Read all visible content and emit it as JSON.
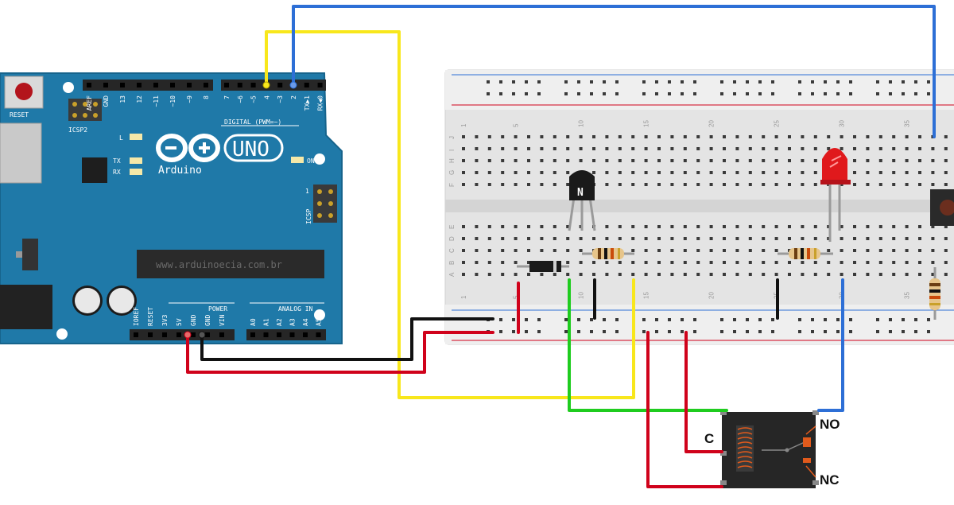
{
  "arduino": {
    "brand": "Arduino",
    "model": "UNO",
    "reset_label": "RESET",
    "website": "www.arduinoecia.com.br",
    "icsp2_label": "ICSP2",
    "icsp_label": "ICSP",
    "on_label": "ON",
    "l_label": "L",
    "tx_label": "TX",
    "rx_label": "RX",
    "digital_label": "DIGITAL (PWM=~)",
    "power_label": "POWER",
    "analog_label": "ANALOG IN",
    "digital_pins_left": [
      "AREF",
      "GND",
      "13",
      "12",
      "~11",
      "~10",
      "~9",
      "8"
    ],
    "digital_pins_right": [
      "7",
      "~6",
      "~5",
      "4",
      "~3",
      "2",
      "TX▶1",
      "RX◀0"
    ],
    "power_pins": [
      "IOREF",
      "RESET",
      "3V3",
      "5V",
      "GND",
      "GND",
      "VIN"
    ],
    "analog_pins": [
      "A0",
      "A1",
      "A2",
      "A3",
      "A4",
      "A5"
    ],
    "icsp_pin1": "1"
  },
  "breadboard": {
    "column_numbers": [
      "1",
      "5",
      "10",
      "15",
      "20",
      "25",
      "30",
      "35"
    ],
    "row_letters_top": [
      "J",
      "I",
      "H",
      "G",
      "F"
    ],
    "row_letters_bottom": [
      "E",
      "D",
      "C",
      "B",
      "A"
    ]
  },
  "components": {
    "transistor_mark": "N"
  },
  "relay": {
    "common_label": "C",
    "no_label": "NO",
    "nc_label": "NC"
  },
  "colors": {
    "arduino_board": "#1f79a8",
    "wire_red": "#d0021b",
    "wire_black": "#111111",
    "wire_yellow": "#f8e71c",
    "wire_green": "#1fcc1f",
    "wire_blue": "#2d6fd6",
    "led": "#e0191c"
  }
}
